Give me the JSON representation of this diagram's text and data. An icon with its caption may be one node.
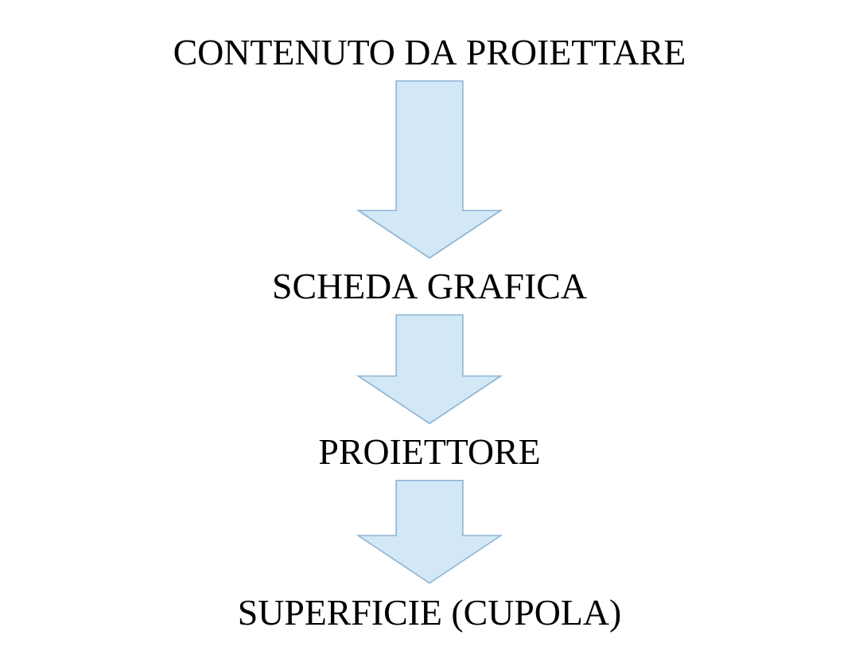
{
  "diagram": {
    "nodes": [
      {
        "text": [
          "CONTENUTO DA PROIETTARE"
        ]
      },
      {
        "text": [
          "SCHEDA GRAFICA"
        ]
      },
      {
        "text": [
          "PROIETTORE"
        ]
      },
      {
        "text": [
          "SUPERFICIE (CUPOLA)"
        ]
      }
    ],
    "edges": [
      {
        "from": 0,
        "to": 1,
        "arrow": "to"
      },
      {
        "from": 1,
        "to": 2,
        "arrow": "to"
      },
      {
        "from": 2,
        "to": 3,
        "arrow": "to"
      }
    ]
  }
}
